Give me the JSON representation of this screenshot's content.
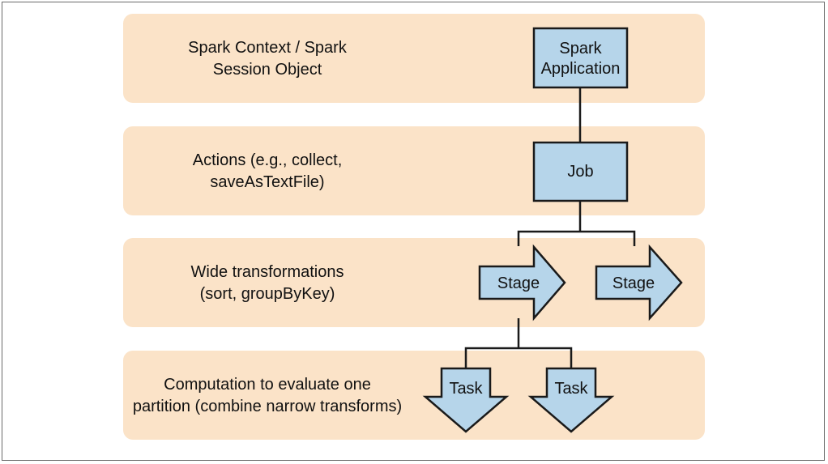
{
  "layers": [
    {
      "label_line1": "Spark Context / Spark",
      "label_line2": "Session Object"
    },
    {
      "label_line1": "Actions (e.g., collect,",
      "label_line2": "saveAsTextFile)"
    },
    {
      "label_line1": "Wide transformations",
      "label_line2": "(sort, groupByKey)"
    },
    {
      "label_line1": "Computation to evaluate one",
      "label_line2": "partition (combine narrow transforms)"
    }
  ],
  "nodes": {
    "application": {
      "line1": "Spark",
      "line2": "Application"
    },
    "job": {
      "label": "Job"
    },
    "stages": [
      {
        "label": "Stage"
      },
      {
        "label": "Stage"
      }
    ],
    "tasks": [
      {
        "label": "Task"
      },
      {
        "label": "Task"
      }
    ]
  },
  "colors": {
    "band": "#fbe3c8",
    "node_fill": "#b6d5ea",
    "stroke": "#1a1a1a"
  }
}
